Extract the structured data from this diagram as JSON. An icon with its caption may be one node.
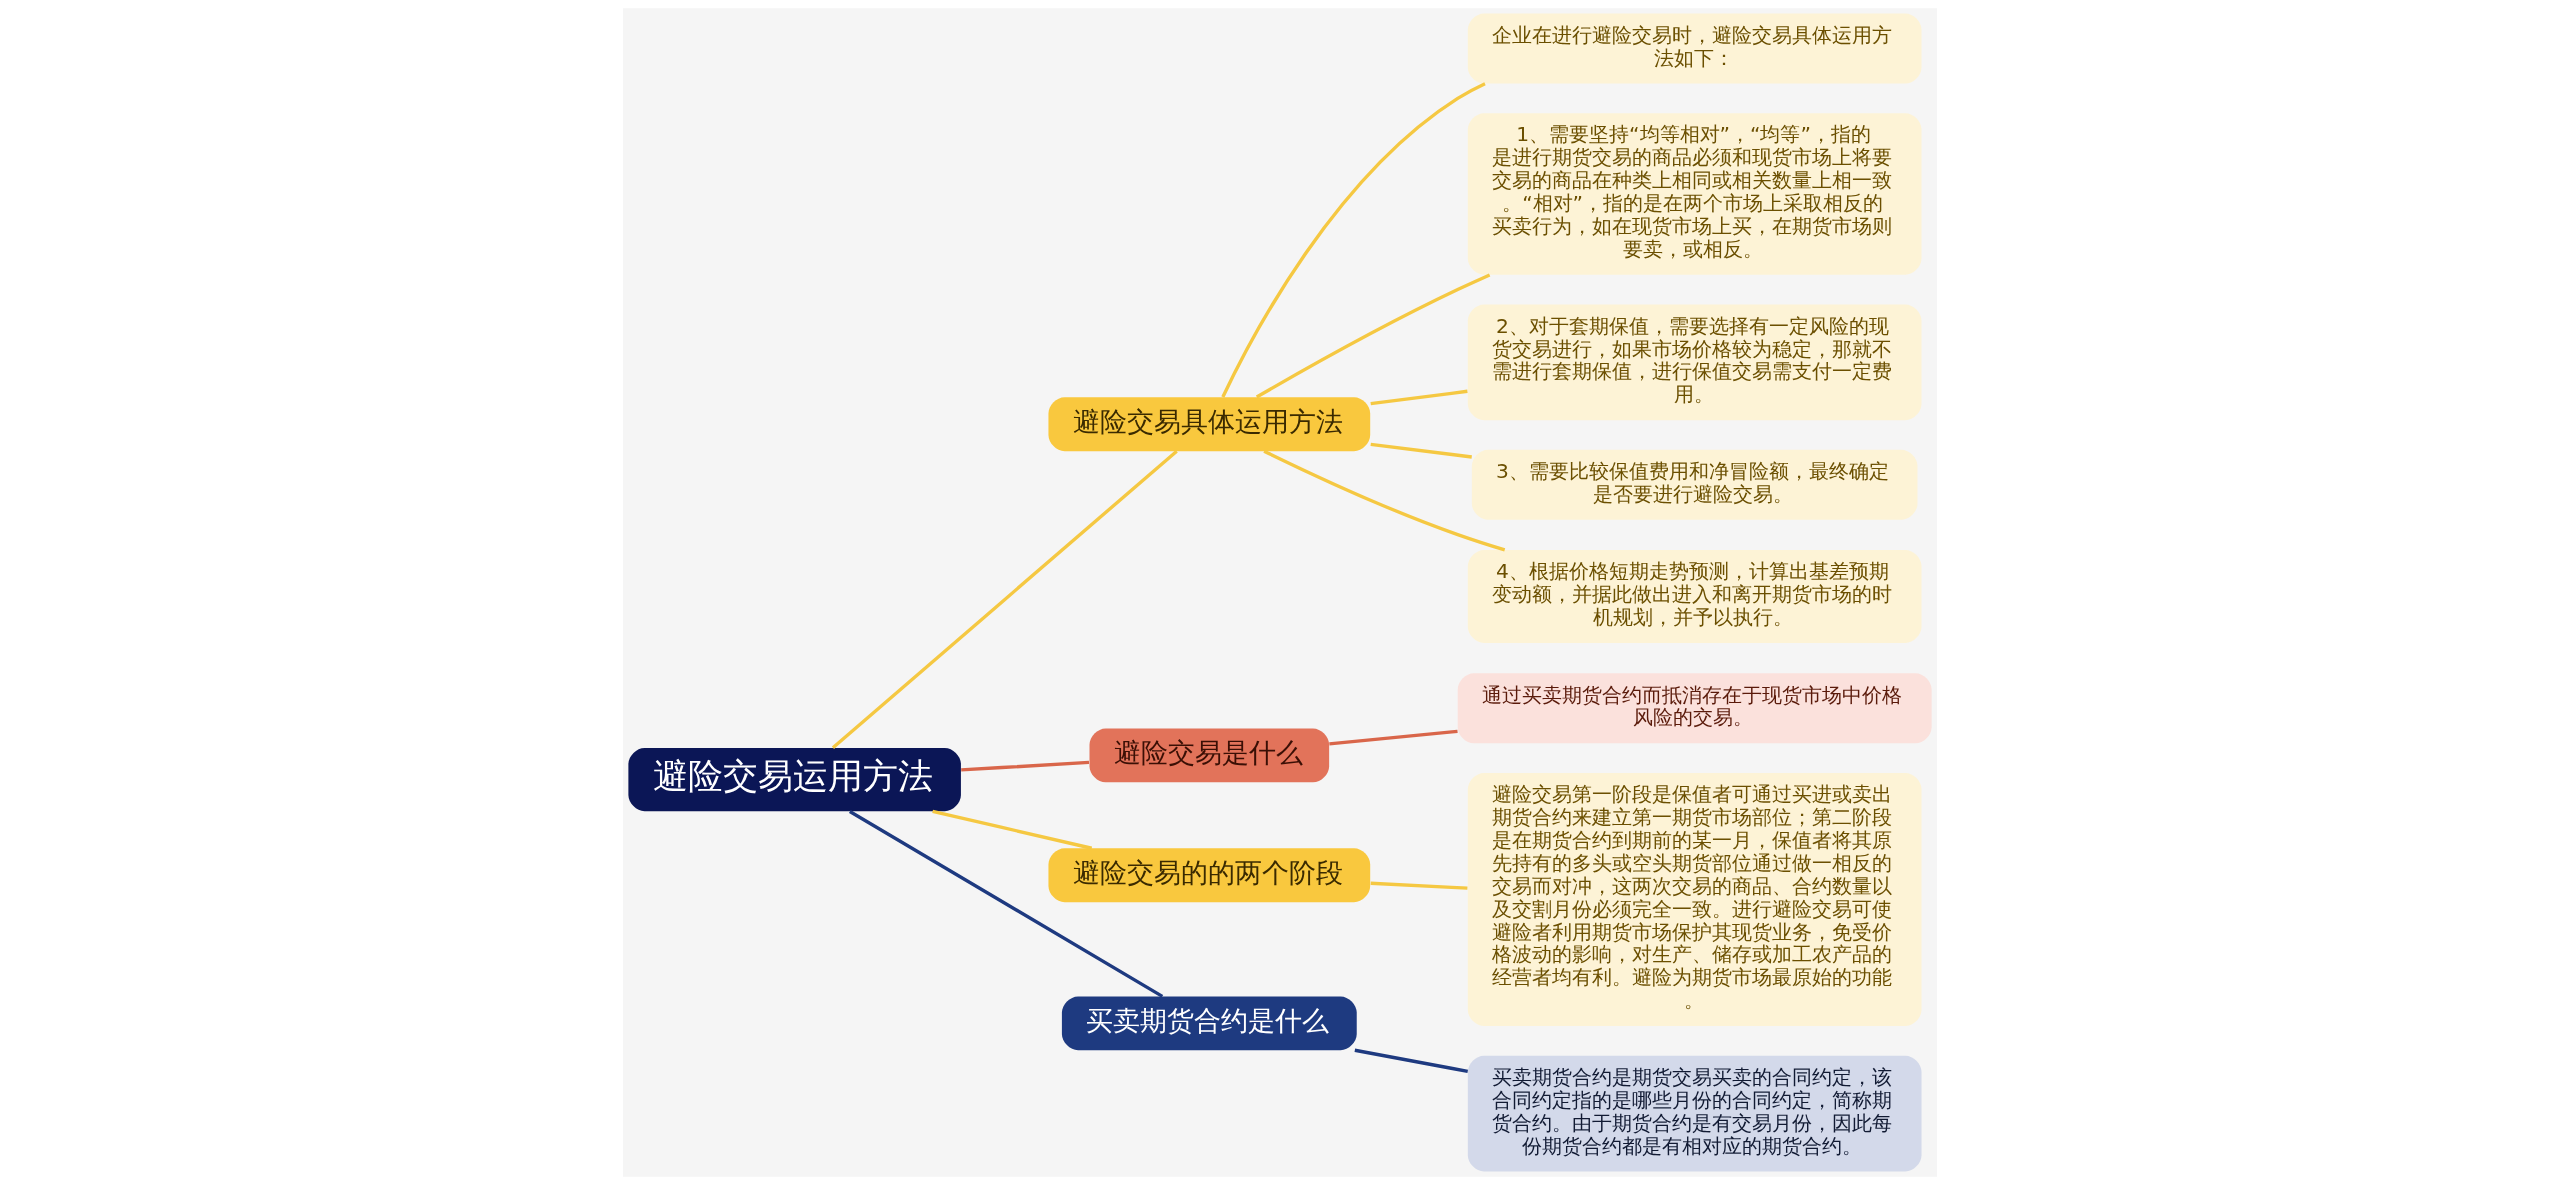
{
  "diagram": {
    "nodes": [
      {
        "text": [
          "避险交易运用方法"
        ]
      },
      {
        "text": [
          "避险交易具体运用方法"
        ]
      },
      {
        "text": [
          "企业在进行避险交易时，避险交易具体运用方法如下："
        ]
      },
      {
        "text": [
          "1、需要坚持“均等相对”，“均等”，指的是进行期货交易的商品必须和现货市场上将要交易的商品在种类上相同或相关数量上相一致。“相对”，指的是在两个市场上采取相反的买卖行为，如在现货市场上买，在期货市场则要卖，或相反。"
        ]
      },
      {
        "text": [
          "2、对于套期保值，需要选择有一定风险的现货交易进行，如果市场价格较为稳定，那就不需进行套期保值，进行保值交易需支付一定费用。"
        ]
      },
      {
        "text": [
          "3、需要比较保值费用和净冒险额，最终确定是否要进行避险交易。"
        ]
      },
      {
        "text": [
          "4、根据价格短期走势预测，计算出基差预期变动额，并据此做出进入和离开期货市场的时机规划，并予以执行。"
        ]
      },
      {
        "text": [
          "避险交易是什么"
        ]
      },
      {
        "text": [
          "通过买卖期货合约而抵消存在于现货市场中价格风险的交易。"
        ]
      },
      {
        "text": [
          "避险交易的的两个阶段"
        ]
      },
      {
        "text": [
          "避险交易第一阶段是保值者可通过买进或卖出期货合约来建立第一期货市场部位；第二阶段是在期货合约到期前的某一月，保值者将其原先持有的多头或空头期货部位通过做一相反的交易而对冲，这两次交易的商品、合约数量以及交割月份必须完全一致。进行避险交易可使避险者利用期货市场保护其现货业务，免受价格波动的影响，对生产、储存或加工农产品的经营者均有利。避险为期货市场最原始的功能。"
        ]
      },
      {
        "text": [
          "买卖期货合约是什么"
        ]
      },
      {
        "text": [
          "买卖期货合约是期货交易买卖的合同约定，该合同约定指的是哪些月份的合同约定，简称期货合约。由于期货合约是有交易月份，因此每份期货合约都是有相对应的期货合约。"
        ]
      }
    ],
    "edges": [
      {
        "from": 0,
        "to": 1,
        "arrow": "none"
      },
      {
        "from": 1,
        "to": 2,
        "arrow": "none"
      },
      {
        "from": 1,
        "to": 3,
        "arrow": "none"
      },
      {
        "from": 1,
        "to": 4,
        "arrow": "none"
      },
      {
        "from": 1,
        "to": 5,
        "arrow": "none"
      },
      {
        "from": 1,
        "to": 6,
        "arrow": "none"
      },
      {
        "from": 0,
        "to": 7,
        "arrow": "none",
        "color": "#d9664a"
      },
      {
        "from": 7,
        "to": 8,
        "arrow": "none",
        "color": "#d9664a"
      },
      {
        "from": 0,
        "to": 9,
        "arrow": "none"
      },
      {
        "from": 9,
        "to": 10,
        "arrow": "none"
      },
      {
        "from": 0,
        "to": 11,
        "arrow": "none",
        "color": "#1e3a80"
      },
      {
        "from": 11,
        "to": 12,
        "arrow": "none",
        "color": "#1e3a80"
      }
    ]
  }
}
